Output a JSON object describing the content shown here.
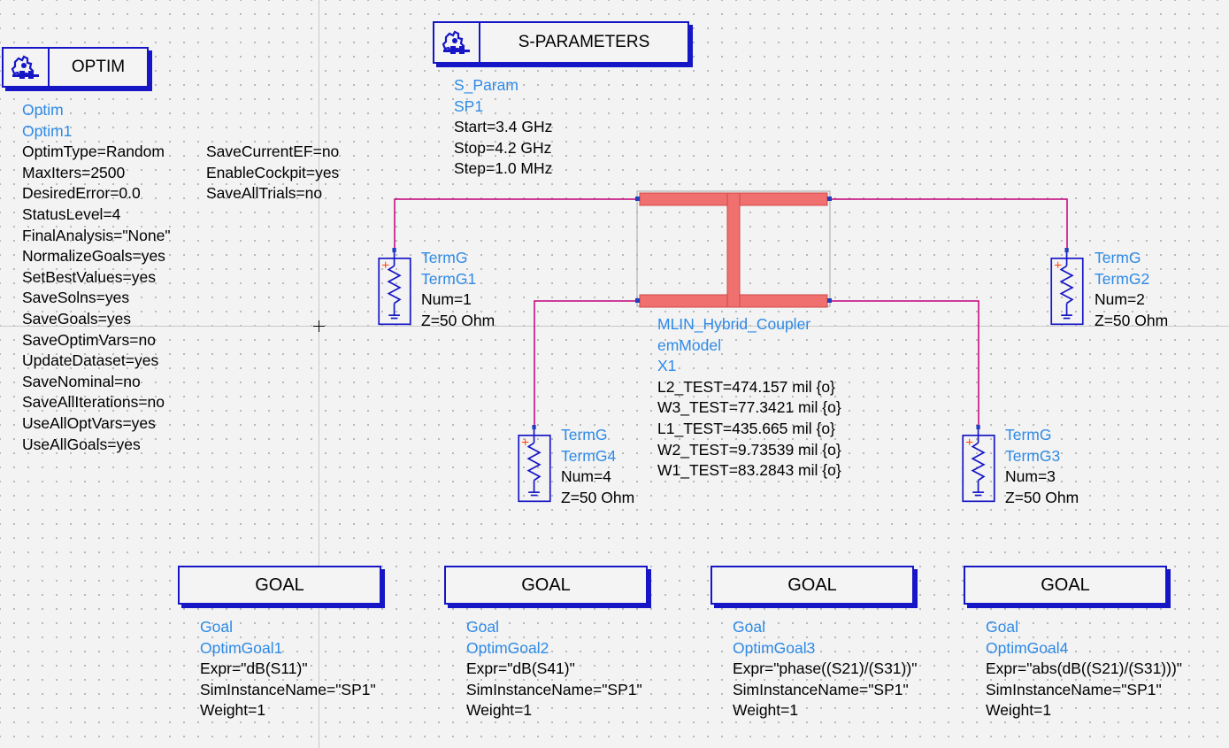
{
  "optim": {
    "header": "OPTIM",
    "type_label": "Optim",
    "instance": "Optim1",
    "params_col1": [
      "OptimType=Random",
      "MaxIters=2500",
      "DesiredError=0.0",
      "StatusLevel=4",
      "FinalAnalysis=\"None\"",
      "NormalizeGoals=yes",
      "SetBestValues=yes",
      "SaveSolns=yes",
      "SaveGoals=yes",
      "SaveOptimVars=no",
      "UpdateDataset=yes",
      "SaveNominal=no",
      "SaveAllIterations=no",
      "UseAllOptVars=yes",
      "UseAllGoals=yes"
    ],
    "params_col2": [
      "SaveCurrentEF=no",
      "EnableCockpit=yes",
      "SaveAllTrials=no"
    ]
  },
  "sparam": {
    "header": "S-PARAMETERS",
    "type_label": "S_Param",
    "instance": "SP1",
    "params": [
      "Start=3.4 GHz",
      "Stop=4.2 GHz",
      "Step=1.0 MHz"
    ]
  },
  "coupler": {
    "type_label": "MLIN_Hybrid_Coupler",
    "model": "emModel",
    "instance": "X1",
    "params": [
      "L2_TEST=474.157 mil {o}",
      "W3_TEST=77.3421 mil {o}",
      "L1_TEST=435.665 mil {o}",
      "W2_TEST=9.73539 mil {o}",
      "W1_TEST=83.2843 mil {o}"
    ]
  },
  "terms": [
    {
      "type": "TermG",
      "instance": "TermG1",
      "num": "Num=1",
      "z": "Z=50 Ohm"
    },
    {
      "type": "TermG",
      "instance": "TermG2",
      "num": "Num=2",
      "z": "Z=50 Ohm"
    },
    {
      "type": "TermG",
      "instance": "TermG3",
      "num": "Num=3",
      "z": "Z=50 Ohm"
    },
    {
      "type": "TermG",
      "instance": "TermG4",
      "num": "Num=4",
      "z": "Z=50 Ohm"
    }
  ],
  "goals": [
    {
      "header": "GOAL",
      "type": "Goal",
      "instance": "OptimGoal1",
      "expr": "Expr=\"dB(S11)\"",
      "sim": "SimInstanceName=\"SP1\"",
      "weight": "Weight=1"
    },
    {
      "header": "GOAL",
      "type": "Goal",
      "instance": "OptimGoal2",
      "expr": "Expr=\"dB(S41)\"",
      "sim": "SimInstanceName=\"SP1\"",
      "weight": "Weight=1"
    },
    {
      "header": "GOAL",
      "type": "Goal",
      "instance": "OptimGoal3",
      "expr": "Expr=\"phase((S21)/(S31))\"",
      "sim": "SimInstanceName=\"SP1\"",
      "weight": "Weight=1"
    },
    {
      "header": "GOAL",
      "type": "Goal",
      "instance": "OptimGoal4",
      "expr": "Expr=\"abs(dB((S21)/(S31)))\"",
      "sim": "SimInstanceName=\"SP1\"",
      "weight": "Weight=1"
    }
  ],
  "colors": {
    "wire": "#c2007a",
    "component_outline": "#1616c6",
    "type_text": "#2e8ae6",
    "coupler_fill": "#f07070",
    "port_pin": "#1f3fbf"
  },
  "icons": [
    "gear-cluster-icon",
    "resistor-term-icon",
    "plus-sign-icon",
    "ground-icon"
  ]
}
